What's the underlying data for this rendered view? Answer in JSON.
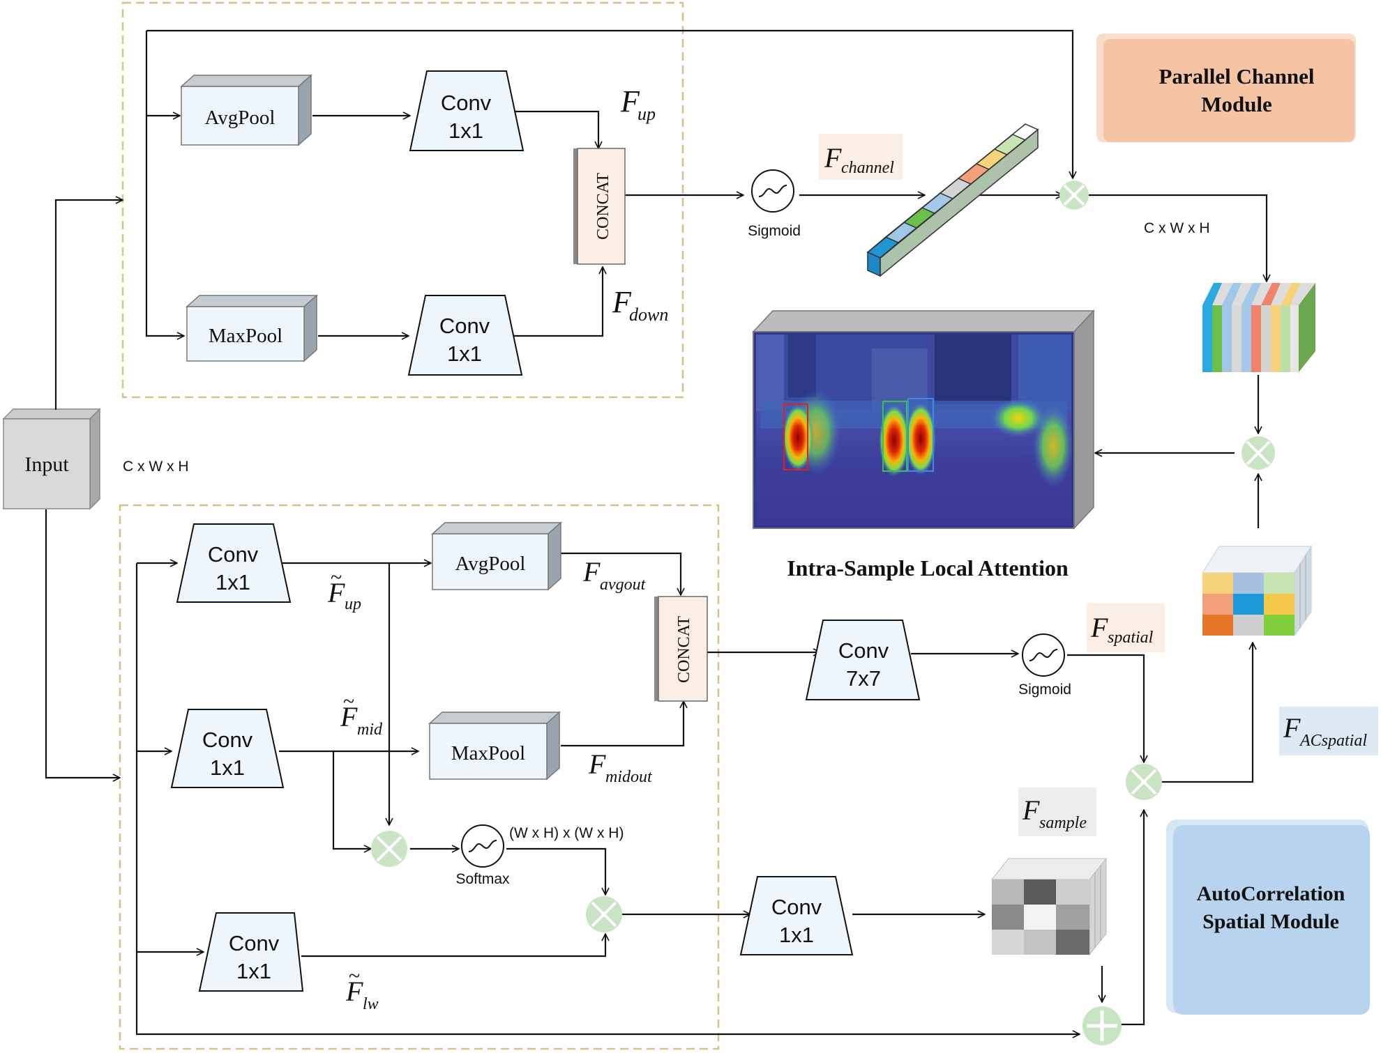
{
  "input": {
    "label": "Input",
    "dims_label": "C x W x H"
  },
  "channel_branch": {
    "avgpool": "AvgPool",
    "maxpool": "MaxPool",
    "conv_top": [
      "Conv",
      "1x1"
    ],
    "conv_bottom": [
      "Conv",
      "1x1"
    ],
    "concat": "CONCAT",
    "f_up": {
      "base": "F",
      "sub": "up"
    },
    "f_down": {
      "base": "F",
      "sub": "down"
    },
    "sigmoid": "Sigmoid",
    "f_channel": {
      "base": "F",
      "sub": "channel"
    },
    "dims_label": "C x W x H"
  },
  "spatial_branch": {
    "conv_a": [
      "Conv",
      "1x1"
    ],
    "conv_b": [
      "Conv",
      "1x1"
    ],
    "conv_c": [
      "Conv",
      "1x1"
    ],
    "avgpool": "AvgPool",
    "maxpool": "MaxPool",
    "concat": "CONCAT",
    "conv7": [
      "Conv",
      "7x7"
    ],
    "conv_out": [
      "Conv",
      "1x1"
    ],
    "f_up_tilde": {
      "base": "F",
      "sub": "up"
    },
    "f_mid_tilde": {
      "base": "F",
      "sub": "mid"
    },
    "f_lw_tilde": {
      "base": "F",
      "sub": "lw"
    },
    "f_avgout": {
      "base": "F",
      "sub": "avgout"
    },
    "f_midout": {
      "base": "F",
      "sub": "midout"
    },
    "f_spatial": {
      "base": "F",
      "sub": "spatial"
    },
    "f_sample": {
      "base": "F",
      "sub": "sample"
    },
    "f_acspatial": {
      "base": "F",
      "sub": "ACspatial"
    },
    "sigmoid": "Sigmoid",
    "softmax": "Softmax",
    "attn_dims": "(W x H) x (W x H)"
  },
  "legend": {
    "channel_module": [
      "Parallel  Channel",
      "Module"
    ],
    "spatial_module": [
      "AutoCorrelation",
      "Spatial Module"
    ],
    "local_attention": "Intra-Sample Local Attention"
  },
  "colors": {
    "box_fill": "#eef6fc",
    "box_side": "#9aa4ae",
    "box_top": "#c6ccd2",
    "dash": "#d8c189",
    "op_circle": "#c9e4c2",
    "concat_fill": "#fbeee4",
    "channel_legend": "#f6c4a6",
    "spatial_legend": "#b9d4ee"
  }
}
